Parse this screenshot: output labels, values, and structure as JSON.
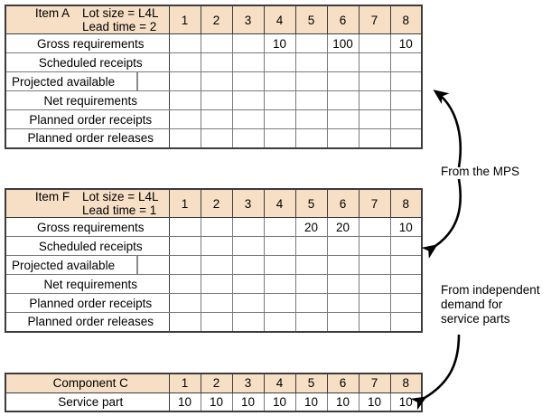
{
  "periods": [
    "1",
    "2",
    "3",
    "4",
    "5",
    "6",
    "7",
    "8"
  ],
  "colors": {
    "header_fill": "#f7dfc6",
    "border_dark": "#3c3c3c",
    "border_light": "#7a7a7a",
    "background": "#ffffff",
    "text": "#000000"
  },
  "tables": [
    {
      "id": "item-a",
      "item_label": "Item A",
      "lot_size": "Lot size = L4L",
      "lead_time": "Lead time = 2",
      "rows": [
        {
          "label": "Gross requirements",
          "values": [
            "",
            "",
            "",
            "10",
            "",
            "100",
            "",
            "10"
          ]
        },
        {
          "label": "Scheduled receipts",
          "values": [
            "",
            "",
            "",
            "",
            "",
            "",
            "",
            ""
          ]
        },
        {
          "label": "Projected available",
          "values": [
            "",
            "",
            "",
            "",
            "",
            "",
            "",
            ""
          ],
          "on_hand": "",
          "split": true
        },
        {
          "label": "Net requirements",
          "values": [
            "",
            "",
            "",
            "",
            "",
            "",
            "",
            ""
          ]
        },
        {
          "label": "Planned order receipts",
          "values": [
            "",
            "",
            "",
            "",
            "",
            "",
            "",
            ""
          ]
        },
        {
          "label": "Planned order releases",
          "values": [
            "",
            "",
            "",
            "",
            "",
            "",
            "",
            ""
          ]
        }
      ]
    },
    {
      "id": "item-f",
      "item_label": "Item F",
      "lot_size": "Lot size = L4L",
      "lead_time": "Lead time = 1",
      "rows": [
        {
          "label": "Gross requirements",
          "values": [
            "",
            "",
            "",
            "",
            "20",
            "20",
            "",
            "10"
          ]
        },
        {
          "label": "Scheduled receipts",
          "values": [
            "",
            "",
            "",
            "",
            "",
            "",
            "",
            ""
          ]
        },
        {
          "label": "Projected available",
          "values": [
            "",
            "",
            "",
            "",
            "",
            "",
            "",
            ""
          ],
          "on_hand": "",
          "split": true
        },
        {
          "label": "Net requirements",
          "values": [
            "",
            "",
            "",
            "",
            "",
            "",
            "",
            ""
          ]
        },
        {
          "label": "Planned order receipts",
          "values": [
            "",
            "",
            "",
            "",
            "",
            "",
            "",
            ""
          ]
        },
        {
          "label": "Planned order releases",
          "values": [
            "",
            "",
            "",
            "",
            "",
            "",
            "",
            ""
          ]
        }
      ]
    },
    {
      "id": "component-c",
      "item_label": "Component C",
      "lot_size": "",
      "lead_time": "",
      "rows": [
        {
          "label": "Service part",
          "values": [
            "10",
            "10",
            "10",
            "10",
            "10",
            "10",
            "10",
            "10"
          ]
        }
      ]
    }
  ],
  "annotations": [
    {
      "id": "from-the-mps",
      "text": "From the MPS"
    },
    {
      "id": "from-independent-demand",
      "text": "From independent\ndemand for\nservice parts"
    }
  ]
}
